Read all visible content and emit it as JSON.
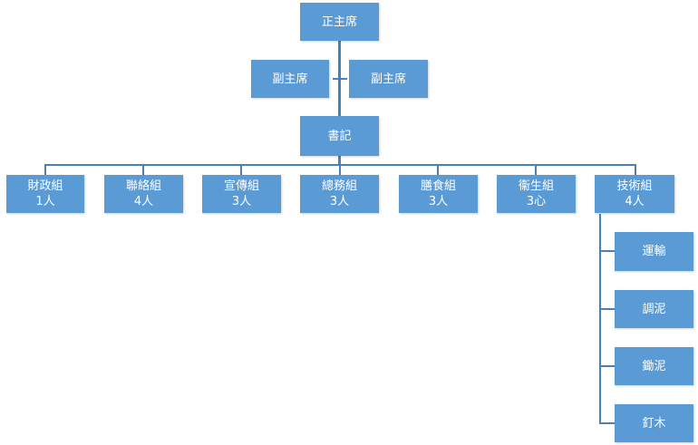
{
  "chairman": "正主席",
  "vice_chairmen": [
    "副主席",
    "副主席"
  ],
  "secretary": "書記",
  "groups": [
    {
      "name": "財政組",
      "count": "1人"
    },
    {
      "name": "聯絡組",
      "count": "4人"
    },
    {
      "name": "宣傳組",
      "count": "3人"
    },
    {
      "name": "總務組",
      "count": "3人"
    },
    {
      "name": "膳食組",
      "count": "3人"
    },
    {
      "name": "衞生組",
      "count": "3心"
    },
    {
      "name": "技術組",
      "count": "4人"
    }
  ],
  "tech_subgroups": [
    "運輸",
    "調泥",
    "鋤泥",
    "釘木"
  ],
  "colors": {
    "box": "#5b9bd5",
    "line": "#4a80b8",
    "text": "#ffffff"
  }
}
